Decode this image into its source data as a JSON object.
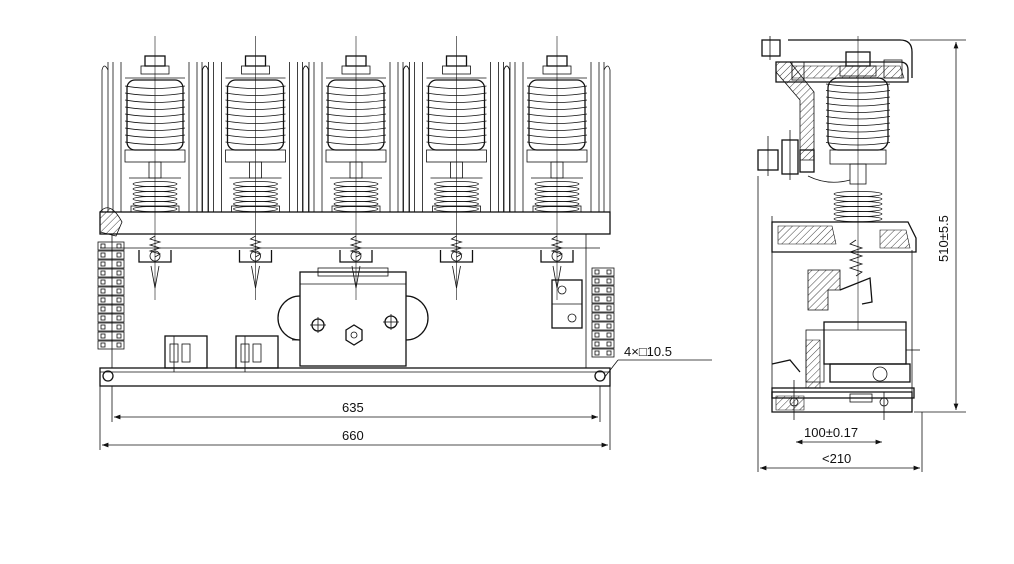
{
  "dimensions": {
    "width_635": "635",
    "width_660": "660",
    "hole_spec": "4×□10.5",
    "height_510": "510±5.5",
    "spacing_100": "100±0.17",
    "depth_210": "<210"
  },
  "poles": {
    "count": 5
  }
}
